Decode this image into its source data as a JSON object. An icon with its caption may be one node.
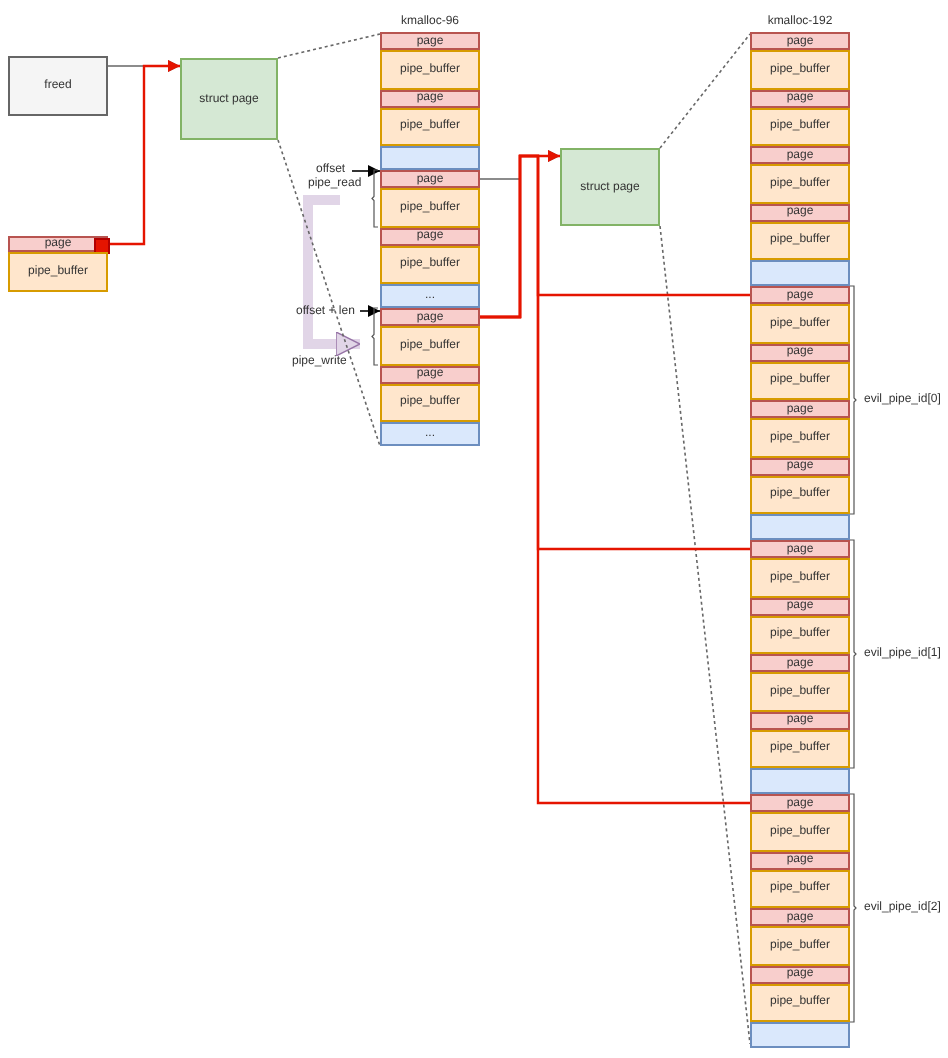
{
  "diagram": {
    "nodes": [
      {
        "text": [
          "freed"
        ]
      },
      {
        "text": [
          "page"
        ]
      },
      {
        "text": [],
        "shape": "box",
        "in": 1
      },
      {
        "text": [
          "pipe_buffer"
        ]
      },
      {
        "text": [
          "struct page"
        ]
      },
      {
        "text": [
          "offset"
        ]
      },
      {
        "text": [
          "pipe_read"
        ]
      },
      {
        "text": [
          "offset + len"
        ]
      },
      {
        "text": [
          "pipe_write"
        ]
      },
      {
        "text": [
          "kmalloc-96"
        ]
      },
      {
        "text": [
          "page"
        ],
        "in": 9
      },
      {
        "text": [
          "pipe_buffer"
        ],
        "in": 9
      },
      {
        "text": [
          "page"
        ],
        "in": 9
      },
      {
        "text": [
          "pipe_buffer"
        ],
        "in": 9
      },
      {
        "text": [],
        "shape": "box",
        "in": 9
      },
      {
        "text": [
          "page"
        ],
        "in": 9
      },
      {
        "text": [
          "pipe_buffer"
        ],
        "in": 9
      },
      {
        "text": [
          "page"
        ],
        "in": 9
      },
      {
        "text": [
          "pipe_buffer"
        ],
        "in": 9
      },
      {
        "text": [
          "..."
        ],
        "in": 9
      },
      {
        "text": [
          "page"
        ],
        "in": 9
      },
      {
        "text": [
          "pipe_buffer"
        ],
        "in": 9
      },
      {
        "text": [
          "page"
        ],
        "in": 9
      },
      {
        "text": [
          "pipe_buffer"
        ],
        "in": 9
      },
      {
        "text": [
          "..."
        ],
        "in": 9
      },
      {
        "text": [
          "struct page"
        ]
      },
      {
        "text": [
          "kmalloc-192"
        ]
      },
      {
        "text": [
          "page"
        ],
        "in": 26
      },
      {
        "text": [
          "pipe_buffer"
        ],
        "in": 26
      },
      {
        "text": [
          "page"
        ],
        "in": 26
      },
      {
        "text": [
          "pipe_buffer"
        ],
        "in": 26
      },
      {
        "text": [
          "page"
        ],
        "in": 26
      },
      {
        "text": [
          "pipe_buffer"
        ],
        "in": 26
      },
      {
        "text": [
          "page"
        ],
        "in": 26
      },
      {
        "text": [
          "pipe_buffer"
        ],
        "in": 26
      },
      {
        "text": [],
        "shape": "box",
        "in": 26
      },
      {
        "text": [
          "page"
        ],
        "in": 26
      },
      {
        "text": [
          "pipe_buffer"
        ],
        "in": 26
      },
      {
        "text": [
          "page"
        ],
        "in": 26
      },
      {
        "text": [
          "pipe_buffer"
        ],
        "in": 26
      },
      {
        "text": [
          "page"
        ],
        "in": 26
      },
      {
        "text": [
          "pipe_buffer"
        ],
        "in": 26
      },
      {
        "text": [
          "page"
        ],
        "in": 26
      },
      {
        "text": [
          "pipe_buffer"
        ],
        "in": 26
      },
      {
        "text": [],
        "shape": "box",
        "in": 26
      },
      {
        "text": [
          "page"
        ],
        "in": 26
      },
      {
        "text": [
          "pipe_buffer"
        ],
        "in": 26
      },
      {
        "text": [
          "page"
        ],
        "in": 26
      },
      {
        "text": [
          "pipe_buffer"
        ],
        "in": 26
      },
      {
        "text": [
          "page"
        ],
        "in": 26
      },
      {
        "text": [
          "pipe_buffer"
        ],
        "in": 26
      },
      {
        "text": [
          "page"
        ],
        "in": 26
      },
      {
        "text": [
          "pipe_buffer"
        ],
        "in": 26
      },
      {
        "text": [],
        "shape": "box",
        "in": 26
      },
      {
        "text": [
          "page"
        ],
        "in": 26
      },
      {
        "text": [
          "pipe_buffer"
        ],
        "in": 26
      },
      {
        "text": [
          "page"
        ],
        "in": 26
      },
      {
        "text": [
          "pipe_buffer"
        ],
        "in": 26
      },
      {
        "text": [
          "page"
        ],
        "in": 26
      },
      {
        "text": [
          "pipe_buffer"
        ],
        "in": 26
      },
      {
        "text": [
          "page"
        ],
        "in": 26
      },
      {
        "text": [
          "pipe_buffer"
        ],
        "in": 26
      },
      {
        "text": [],
        "shape": "box",
        "in": 26
      }
    ],
    "edges": [
      {
        "from": 0,
        "to": 4,
        "arrow": "to",
        "color": "#666666"
      },
      {
        "from": 2,
        "to": 4,
        "arrow": "to",
        "color": "#e51400"
      },
      {
        "from": 5,
        "to": 15,
        "arrow": "to",
        "color": "#000000"
      },
      {
        "from": 7,
        "to": 20,
        "arrow": "to",
        "color": "#000000"
      },
      {
        "from": 6,
        "to": 8,
        "arrow": "to",
        "style": "thick",
        "color": "#e1d5e7"
      },
      {
        "from": 15,
        "to": 25,
        "arrow": "to",
        "color": "#666666"
      },
      {
        "from": 20,
        "to": 25,
        "arrow": "to",
        "color": "#e51400"
      },
      {
        "from": 20,
        "to": 36,
        "arrow": "none",
        "color": "#e51400"
      },
      {
        "from": 20,
        "to": 45,
        "arrow": "none",
        "color": "#e51400"
      },
      {
        "from": 20,
        "to": 54,
        "arrow": "none",
        "color": "#e51400"
      },
      {
        "from": 4,
        "to": 9,
        "arrow": "none",
        "style": "dashed",
        "color": "#666666"
      },
      {
        "from": 4,
        "to": 9,
        "arrow": "none",
        "style": "dashed",
        "color": "#666666"
      },
      {
        "from": 25,
        "to": 26,
        "arrow": "none",
        "style": "dashed",
        "color": "#666666"
      },
      {
        "from": 25,
        "to": 26,
        "arrow": "none",
        "style": "dashed",
        "color": "#666666"
      }
    ],
    "labels": [
      "evil_pipe_id[0]",
      "evil_pipe_id[1]",
      "evil_pipe_id[2]"
    ]
  }
}
